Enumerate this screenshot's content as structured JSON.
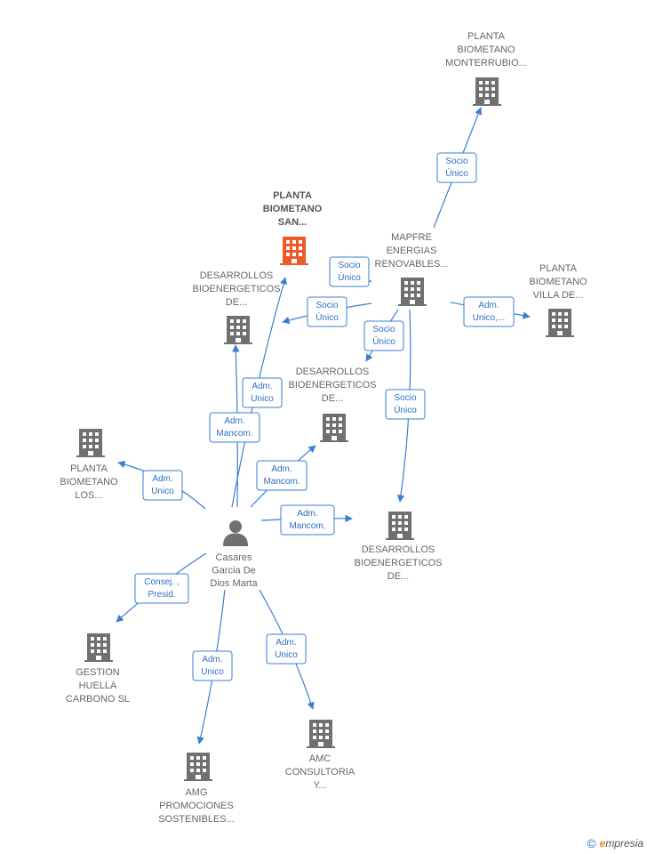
{
  "colors": {
    "edge": "#3a7fd5",
    "building": "#707070",
    "focus_building": "#f0582a",
    "person": "#707070"
  },
  "nodes": [
    {
      "id": "planta-monterrubio",
      "kind": "company",
      "label": [
        "PLANTA",
        "BIOMETANO",
        "MONTERRUBIO..."
      ]
    },
    {
      "id": "planta-san",
      "kind": "company",
      "focus": true,
      "label": [
        "PLANTA",
        "BIOMETANO",
        "SAN..."
      ]
    },
    {
      "id": "mapfre",
      "kind": "company",
      "label": [
        "MAPFRE",
        "ENERGIAS",
        "RENOVABLES..."
      ]
    },
    {
      "id": "desarrollos-1",
      "kind": "company",
      "label": [
        "DESARROLLOS",
        "BIOENERGETICOS",
        "DE..."
      ]
    },
    {
      "id": "planta-villa",
      "kind": "company",
      "label": [
        "PLANTA",
        "BIOMETANO",
        "VILLA DE..."
      ]
    },
    {
      "id": "desarrollos-2",
      "kind": "company",
      "label": [
        "DESARROLLOS",
        "BIOENERGETICOS",
        "DE..."
      ]
    },
    {
      "id": "planta-los",
      "kind": "company",
      "label": [
        "PLANTA",
        "BIOMETANO",
        "LOS..."
      ]
    },
    {
      "id": "desarrollos-3",
      "kind": "company",
      "label": [
        "DESARROLLOS",
        "BIOENERGETICOS",
        "DE..."
      ]
    },
    {
      "id": "person",
      "kind": "person",
      "label": [
        "Casares",
        "Garcia De",
        "Dios Marta"
      ]
    },
    {
      "id": "gestion",
      "kind": "company",
      "label": [
        "GESTION",
        "HUELLA",
        "CARBONO SL"
      ]
    },
    {
      "id": "amg",
      "kind": "company",
      "label": [
        "AMG",
        "PROMOCIONES",
        "SOSTENIBLES..."
      ]
    },
    {
      "id": "amc",
      "kind": "company",
      "label": [
        "AMC",
        "CONSULTORIA",
        "Y..."
      ]
    }
  ],
  "edges": [
    {
      "id": "mapfre-monterrubio",
      "label": [
        "Socio",
        "Único"
      ]
    },
    {
      "id": "mapfre-san",
      "label": [
        "Socio",
        "Único"
      ]
    },
    {
      "id": "mapfre-desarrollos1",
      "label": [
        "Socio",
        "Único"
      ]
    },
    {
      "id": "mapfre-desarrollos2",
      "label": [
        "Socio",
        "Único"
      ]
    },
    {
      "id": "mapfre-villa",
      "label": [
        "Adm.",
        "Unico,..."
      ]
    },
    {
      "id": "mapfre-desarrollos3",
      "label": [
        "Socio",
        "Único"
      ]
    },
    {
      "id": "person-san",
      "label": [
        "Adm.",
        "Unico"
      ]
    },
    {
      "id": "person-desarrollos1",
      "label": [
        "Adm.",
        "Mancom."
      ]
    },
    {
      "id": "person-desarrollos2",
      "label": [
        "Adm.",
        "Mancom."
      ]
    },
    {
      "id": "person-desarrollos3",
      "label": [
        "Adm.",
        "Mancom."
      ]
    },
    {
      "id": "person-los",
      "label": [
        "Adm.",
        "Unico"
      ]
    },
    {
      "id": "person-gestion",
      "label": [
        "Consej. ,",
        "Presid."
      ]
    },
    {
      "id": "person-amg",
      "label": [
        "Adm.",
        "Unico"
      ]
    },
    {
      "id": "person-amc",
      "label": [
        "Adm.",
        "Unico"
      ]
    }
  ],
  "footer": {
    "copyright": "©",
    "brand_initial": "e",
    "brand_rest": "mpresia"
  }
}
